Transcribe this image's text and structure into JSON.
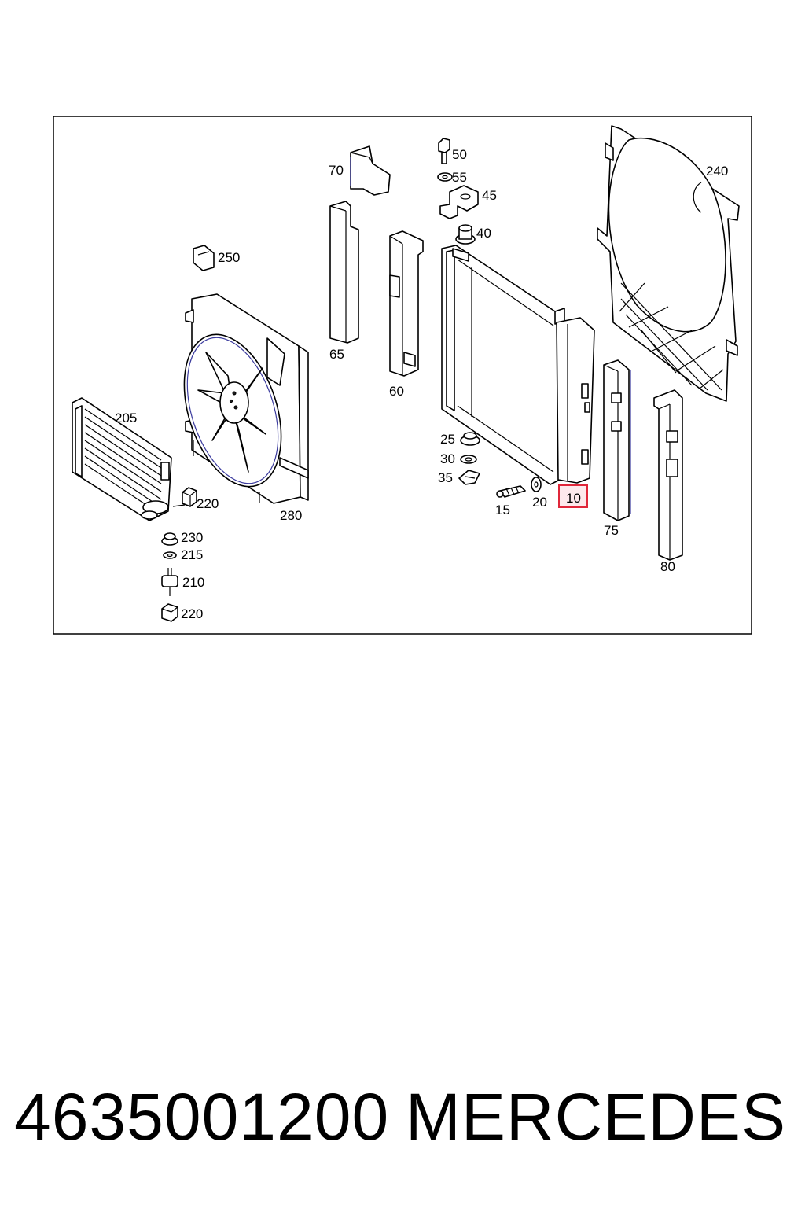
{
  "diagram": {
    "labels": {
      "p10": "10",
      "p15": "15",
      "p20": "20",
      "p25": "25",
      "p30": "30",
      "p35": "35",
      "p40": "40",
      "p45": "45",
      "p50": "50",
      "p55": "55",
      "p60": "60",
      "p65": "65",
      "p70": "70",
      "p75": "75",
      "p80": "80",
      "p205": "205",
      "p210": "210",
      "p215": "215",
      "p220a": "220",
      "p220b": "220",
      "p230": "230",
      "p240": "240",
      "p250": "250",
      "p280": "280"
    },
    "highlighted_part": "10",
    "colors": {
      "highlight_border": "#e0273a",
      "highlight_fill": "#fde9ec"
    }
  },
  "footer": {
    "part_number": "4635001200",
    "brand": "MERCEDES"
  }
}
